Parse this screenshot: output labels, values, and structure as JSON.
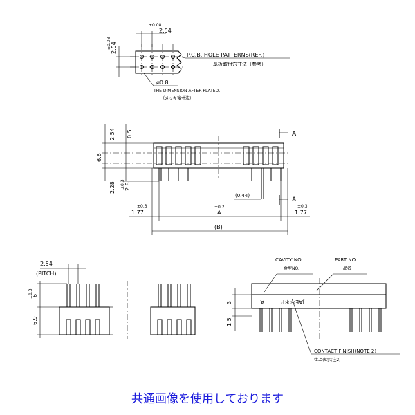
{
  "pcb": {
    "tol_pitch": "±0.08",
    "pitch": "2.54",
    "tol_row": "±0.08",
    "row": "2.54",
    "title": "P.C.B. HOLE PATTERNS(REF.)",
    "title_jp": "基板取付穴寸法（参考）",
    "hole": "ø0.8",
    "note": "THE DIMENSION AFTER PLATED.",
    "note_jp": "（メッキ後寸法）"
  },
  "front": {
    "dim_254": "2.54",
    "dim_05": "0.5",
    "dim_66": "6.6",
    "dim_228": "2.28",
    "tol_28": "±0.3",
    "dim_28": "2.8",
    "dim_044": "(0.44)",
    "tol_a": "±0.2",
    "dim_a": "A",
    "tol_l": "±0.3",
    "dim_l": "1.77",
    "tol_r": "±0.3",
    "dim_r": "1.77",
    "dim_b": "(B)",
    "section": "A"
  },
  "side": {
    "pitch": "2.54",
    "pitch_label": "(PITCH)",
    "tol_6": "±0.3",
    "dim_6": "6",
    "dim_69": "6.9"
  },
  "top": {
    "cavity": "CAVITY NO.",
    "cavity_jp": "金型NO.",
    "part": "PART NO.",
    "part_jp": "品名",
    "dim_3": "3",
    "dim_15": "1.5",
    "marking": "JAE＊＊P",
    "mark_a": "A",
    "finish": "CONTACT FINISH(NOTE 2)",
    "finish_jp": "仕上表示(注2)"
  },
  "caption": "共通画像を使用しております"
}
